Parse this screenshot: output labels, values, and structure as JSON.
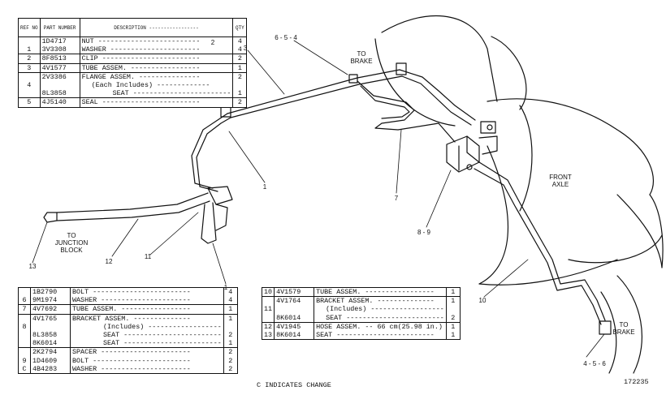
{
  "table_top": {
    "headers": {
      "ref": "REF NO",
      "part": "PART NUMBER",
      "desc": "DESCRIPTION",
      "qty": "QTY"
    },
    "rows": [
      {
        "ref": "",
        "part": "1D4717",
        "desc": "NUT",
        "qty": "4"
      },
      {
        "ref": "1",
        "part": "3V3308",
        "desc": "WASHER",
        "qty": "4"
      },
      {
        "ref": "2",
        "part": "8F8513",
        "desc": "CLIP",
        "qty": "2"
      },
      {
        "ref": "3",
        "part": "4V1577",
        "desc": "TUBE ASSEM.",
        "qty": "1"
      },
      {
        "ref": "",
        "part": "2V3386",
        "desc": "FLANGE ASSEM.",
        "qty": "2"
      },
      {
        "ref": "4",
        "part": "",
        "desc": "(Each Includes)",
        "qty": ""
      },
      {
        "ref": "",
        "part": "8L3858",
        "desc": "SEAT",
        "qty": "1"
      },
      {
        "ref": "5",
        "part": "4J5140",
        "desc": "SEAL",
        "qty": "2"
      }
    ]
  },
  "table_left": {
    "rows": [
      {
        "ref": "",
        "part": "1B2790",
        "desc": "BOLT",
        "qty": "4"
      },
      {
        "ref": "6",
        "part": "9M1974",
        "desc": "WASHER",
        "qty": "4"
      },
      {
        "ref": "7",
        "part": "4V7692",
        "desc": "TUBE ASSEM.",
        "qty": "1"
      },
      {
        "ref": "",
        "part": "4V1765",
        "desc": "BRACKET ASSEM.",
        "qty": "1"
      },
      {
        "ref": "8",
        "part": "",
        "desc": "(Includes)",
        "qty": ""
      },
      {
        "ref": "",
        "part": "8L3858",
        "desc": "SEAT",
        "qty": "2"
      },
      {
        "ref": "",
        "part": "8K6014",
        "desc": "SEAT",
        "qty": "1"
      },
      {
        "ref": "",
        "part": "2K2794",
        "desc": "SPACER",
        "qty": "2"
      },
      {
        "ref": "9",
        "part": "1D4609",
        "desc": "BOLT",
        "qty": "2"
      },
      {
        "ref": "C",
        "part": "4B4283",
        "desc": "WASHER",
        "qty": "2"
      }
    ]
  },
  "table_mid": {
    "rows": [
      {
        "ref": "10",
        "part": "4V1579",
        "desc": "TUBE ASSEM.",
        "qty": "1"
      },
      {
        "ref": "",
        "part": "4V1764",
        "desc": "BRACKET ASSEM.",
        "qty": "1"
      },
      {
        "ref": "11",
        "part": "",
        "desc": "(Includes)",
        "qty": ""
      },
      {
        "ref": "",
        "part": "8K6014",
        "desc": "SEAT",
        "qty": "2"
      },
      {
        "ref": "12",
        "part": "4V1945",
        "desc": "HOSE ASSEM.",
        "extra": "66 cm(25.98 in.)",
        "qty": "1"
      },
      {
        "ref": "13",
        "part": "8K6014",
        "desc": "SEAT",
        "qty": "1"
      }
    ]
  },
  "labels": {
    "callout_1a": "1",
    "callout_1b": "1",
    "callout_2": "2",
    "callout_3": "3",
    "callout_654_top": "6 - 5 - 4",
    "callout_7": "7",
    "callout_89": "8 - 9",
    "callout_10": "10",
    "callout_11": "11",
    "callout_12": "12",
    "callout_13": "13",
    "callout_456": "4 - 5 - 6",
    "to_brake_top": "TO\nBRAKE",
    "to_brake_bottom": "TO\nBRAKE",
    "to_junction": "TO\nJUNCTION\nBLOCK",
    "front_axle": "FRONT\nAXLE"
  },
  "footer": {
    "change_note": "C INDICATES CHANGE",
    "figure_id": "172235"
  }
}
